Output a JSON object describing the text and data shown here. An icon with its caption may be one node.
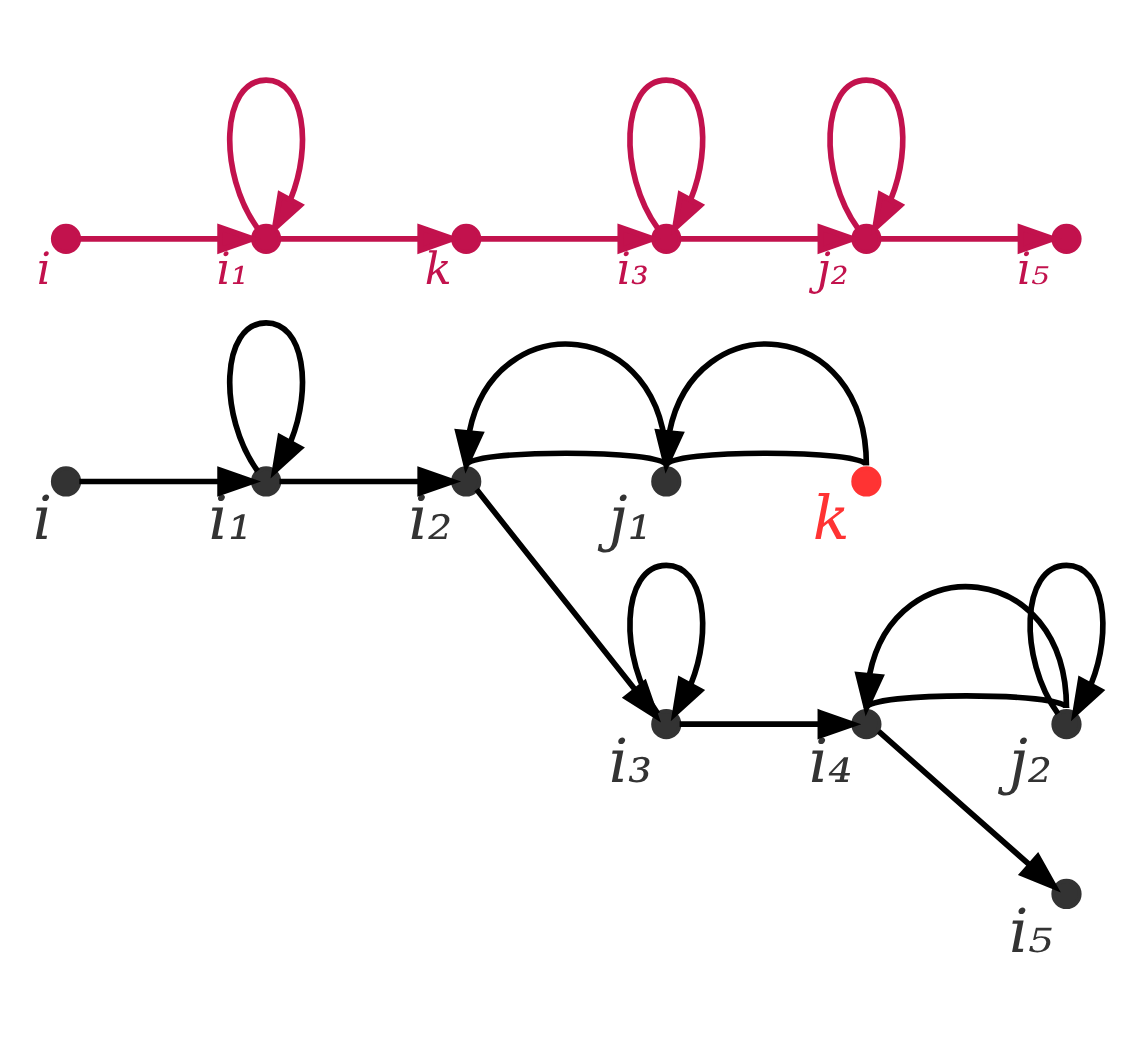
{
  "diagram": {
    "nodes": [
      {
        "text": [
          "i"
        ]
      },
      {
        "text": [
          "i₁"
        ]
      },
      {
        "text": [
          "j₁"
        ]
      },
      {
        "text": [
          "k"
        ]
      },
      {
        "text": [
          "i₂"
        ]
      },
      {
        "text": [
          "i₃"
        ]
      },
      {
        "text": [
          "j₂"
        ]
      },
      {
        "text": [
          "i₄"
        ]
      },
      {
        "text": [
          "i₅"
        ]
      },
      {
        "text": [
          "i"
        ]
      },
      {
        "text": [
          "i₁"
        ]
      },
      {
        "text": [
          "k"
        ]
      },
      {
        "text": [
          "i₃"
        ]
      },
      {
        "text": [
          "j₂"
        ]
      },
      {
        "text": [
          "i₅"
        ]
      }
    ],
    "edges": [
      {
        "from": 0,
        "to": 1,
        "arrow": "to"
      },
      {
        "from": 1,
        "to": 1,
        "arrow": "to"
      },
      {
        "from": 1,
        "to": 4,
        "arrow": "to"
      },
      {
        "from": 4,
        "to": 2,
        "arrow": "none"
      },
      {
        "from": 2,
        "to": 4,
        "arrow": "to"
      },
      {
        "from": 2,
        "to": 3,
        "arrow": "none"
      },
      {
        "from": 3,
        "to": 2,
        "arrow": "to"
      },
      {
        "from": 4,
        "to": 5,
        "arrow": "to"
      },
      {
        "from": 5,
        "to": 5,
        "arrow": "to"
      },
      {
        "from": 5,
        "to": 7,
        "arrow": "to"
      },
      {
        "from": 7,
        "to": 6,
        "arrow": "none"
      },
      {
        "from": 6,
        "to": 7,
        "arrow": "to"
      },
      {
        "from": 6,
        "to": 6,
        "arrow": "to"
      },
      {
        "from": 7,
        "to": 8,
        "arrow": "to"
      },
      {
        "from": 9,
        "to": 10,
        "arrow": "to",
        "color": "#c2124d"
      },
      {
        "from": 10,
        "to": 10,
        "arrow": "to",
        "color": "#c2124d"
      },
      {
        "from": 10,
        "to": 11,
        "arrow": "to",
        "color": "#c2124d"
      },
      {
        "from": 11,
        "to": 12,
        "arrow": "to",
        "color": "#c2124d"
      },
      {
        "from": 12,
        "to": 12,
        "arrow": "to",
        "color": "#c2124d"
      },
      {
        "from": 12,
        "to": 13,
        "arrow": "to",
        "color": "#c2124d"
      },
      {
        "from": 13,
        "to": 13,
        "arrow": "to",
        "color": "#c2124d"
      },
      {
        "from": 13,
        "to": 14,
        "arrow": "to",
        "color": "#c2124d"
      }
    ]
  }
}
